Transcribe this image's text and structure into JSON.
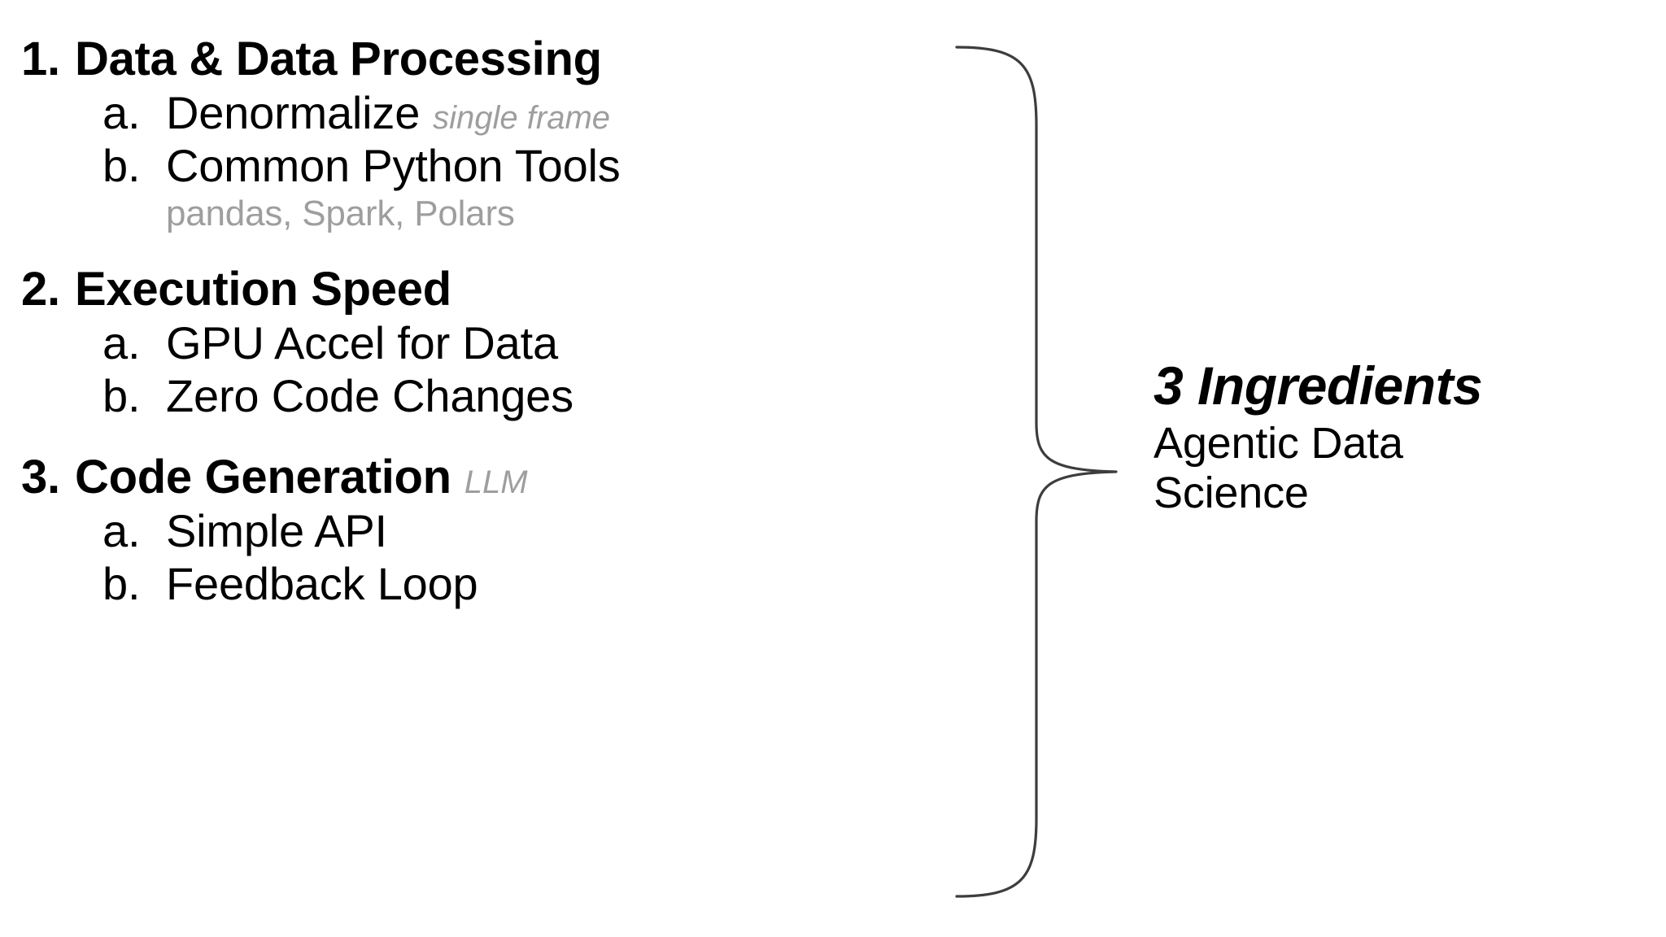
{
  "slide": {
    "background_color": "#ffffff",
    "text_color": "#000000",
    "muted_color": "#9e9e9e",
    "brace_color": "#3d3d3d"
  },
  "outline": {
    "groups": [
      {
        "marker": "1.",
        "title": "Data & Data Processing",
        "title_note": "",
        "sub_items": [
          {
            "marker": "a.",
            "label": "Denormalize",
            "note": "single frame",
            "caption": ""
          },
          {
            "marker": "b.",
            "label": "Common Python Tools",
            "note": "",
            "caption": "pandas, Spark, Polars"
          }
        ]
      },
      {
        "marker": "2.",
        "title": "Execution Speed",
        "title_note": "",
        "sub_items": [
          {
            "marker": "a.",
            "label": "GPU Accel for Data",
            "note": "",
            "caption": ""
          },
          {
            "marker": "b.",
            "label": "Zero Code Changes",
            "note": "",
            "caption": ""
          }
        ]
      },
      {
        "marker": "3.",
        "title": "Code Generation",
        "title_note": "LLM",
        "sub_items": [
          {
            "marker": "a.",
            "label": "Simple API",
            "note": "",
            "caption": ""
          },
          {
            "marker": "b.",
            "label": "Feedback Loop",
            "note": "",
            "caption": ""
          }
        ]
      }
    ]
  },
  "callout": {
    "title": "3 Ingredients",
    "subtitle": "Agentic Data Science"
  },
  "connector": {
    "icon": "curly-brace-icon",
    "orientation": "left-facing-brace",
    "groups_spanned": 3
  }
}
